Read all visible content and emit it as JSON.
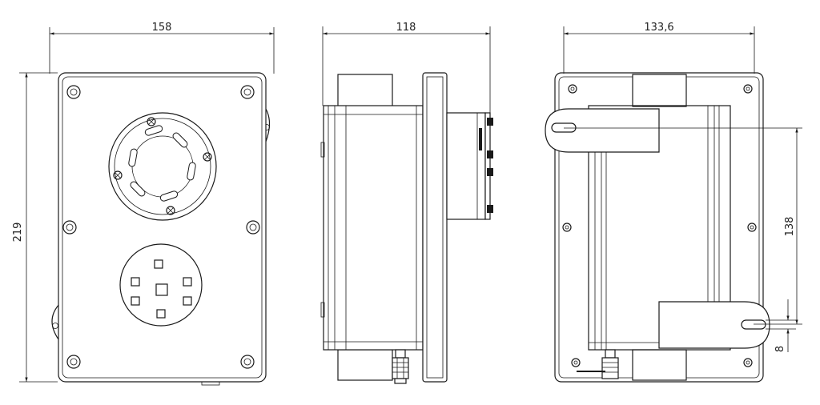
{
  "dimensions": {
    "front_width": "158",
    "front_height": "219",
    "side_width": "118",
    "rear_width": "133,6",
    "slot_spacing": "138",
    "slot_size": "8"
  }
}
